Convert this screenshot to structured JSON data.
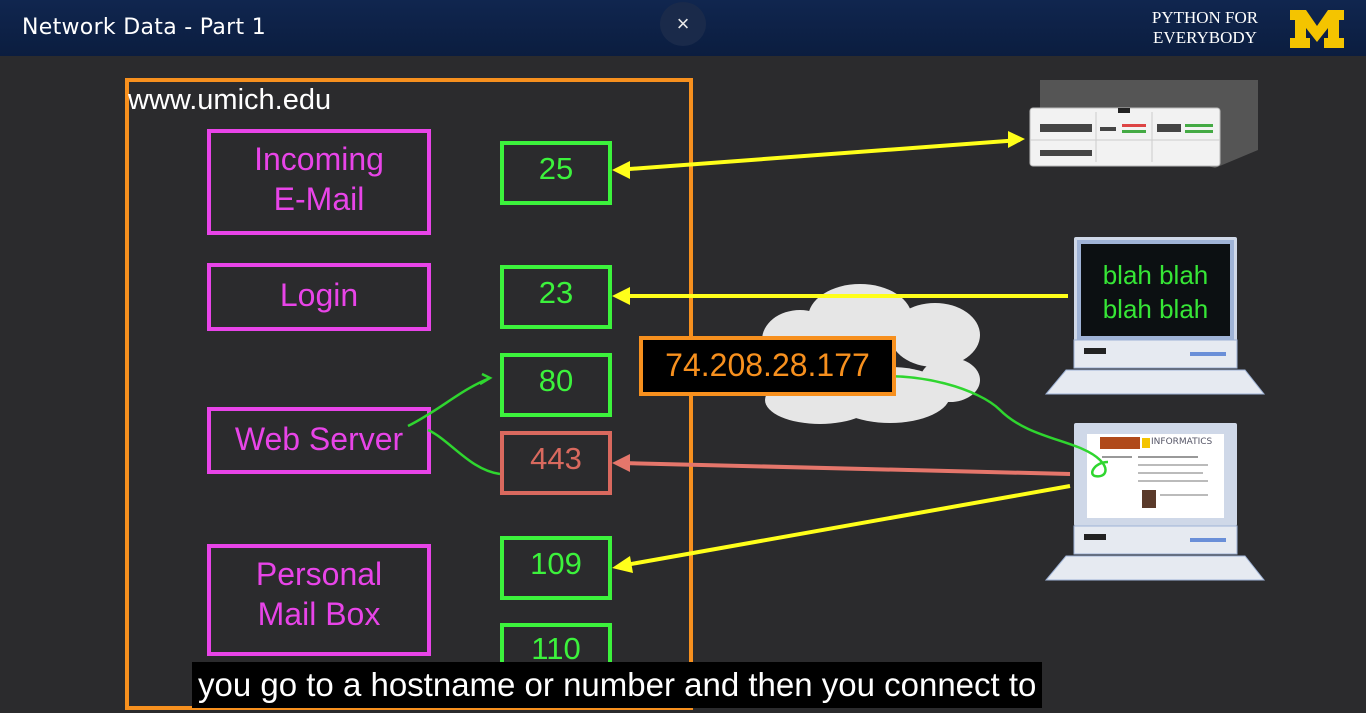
{
  "window": {
    "title": "Network Data - Part 1",
    "close_label": "×"
  },
  "brand": {
    "line1": "PYTHON FOR",
    "line2": "EVERYBODY",
    "logo": "M"
  },
  "diagram": {
    "hostname": "www.umich.edu",
    "services": [
      {
        "line1": "Incoming",
        "line2": "E-Mail"
      },
      {
        "line1": "Login",
        "line2": ""
      },
      {
        "line1": "Web Server",
        "line2": ""
      },
      {
        "line1": "Personal",
        "line2": "Mail Box"
      }
    ],
    "ports": [
      "25",
      "23",
      "80",
      "443",
      "109",
      "110"
    ],
    "ip_address": "74.208.28.177",
    "terminal_text": {
      "line1": "blah blah",
      "line2": "blah blah"
    },
    "browser_logo": "INFORMATICS",
    "colors": {
      "host_border": "#f7901e",
      "service": "#e844e8",
      "port": "#3cf23c",
      "https_port": "#d9695e",
      "arrow": "#ffff1a",
      "annotation": "#2fd62f"
    }
  },
  "subtitle": "you go to a hostname or number and then you connect to"
}
